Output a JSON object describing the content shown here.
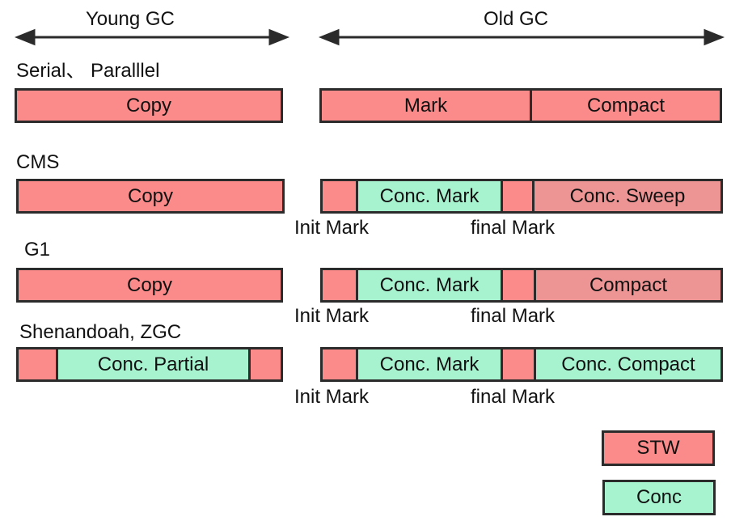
{
  "headers": {
    "young": "Young GC",
    "old": "Old GC"
  },
  "collectors": [
    {
      "name": "Serial、 Paralllel",
      "young": [
        "Copy"
      ],
      "old": [
        "Mark",
        "Compact"
      ],
      "phases": []
    },
    {
      "name": "CMS",
      "young": [
        "Copy"
      ],
      "old": [
        "",
        "Conc. Mark",
        "",
        "Conc. Sweep"
      ],
      "phases": [
        "Init Mark",
        "final Mark"
      ]
    },
    {
      "name": "G1",
      "young": [
        "Copy"
      ],
      "old": [
        "",
        "Conc. Mark",
        "",
        "Compact"
      ],
      "phases": [
        "Init Mark",
        "final Mark"
      ]
    },
    {
      "name": "Shenandoah, ZGC",
      "young": [
        "",
        "Conc. Partial",
        ""
      ],
      "old": [
        "",
        "Conc. Mark",
        "",
        "Conc. Compact"
      ],
      "phases": [
        "Init Mark",
        "final Mark"
      ]
    }
  ],
  "legend": {
    "stw": "STW",
    "conc": "Conc"
  },
  "colors": {
    "stw": "#fb8b8b",
    "conc": "#a7f3d0",
    "stw_muted": "#ed9595",
    "border": "#2b2b2b"
  }
}
